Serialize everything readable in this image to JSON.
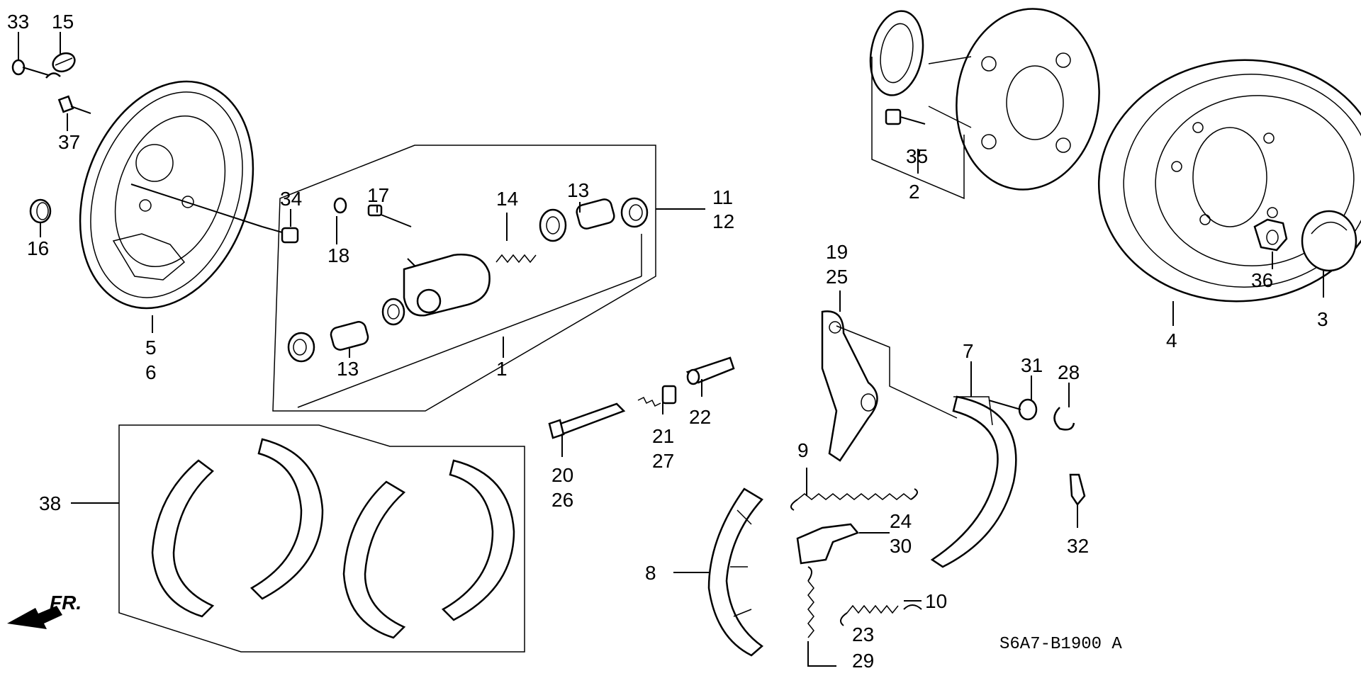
{
  "diagram_code": "S6A7-B1900 A",
  "fr_label": "FR.",
  "labels": {
    "l33": "33",
    "l15": "15",
    "l37": "37",
    "l16": "16",
    "l5": "5",
    "l6": "6",
    "l34": "34",
    "l18": "18",
    "l17": "17",
    "l14": "14",
    "l13a": "13",
    "l13b": "13",
    "l11": "11",
    "l12": "12",
    "l1": "1",
    "l2": "2",
    "l35": "35",
    "l36": "36",
    "l3": "3",
    "l4": "4",
    "l19": "19",
    "l25": "25",
    "l7": "7",
    "l31": "31",
    "l28": "28",
    "l21": "21",
    "l27": "27",
    "l22": "22",
    "l20": "20",
    "l26": "26",
    "l9": "9",
    "l24": "24",
    "l30": "30",
    "l32": "32",
    "l38": "38",
    "l8": "8",
    "l10": "10",
    "l23": "23",
    "l29": "29"
  }
}
